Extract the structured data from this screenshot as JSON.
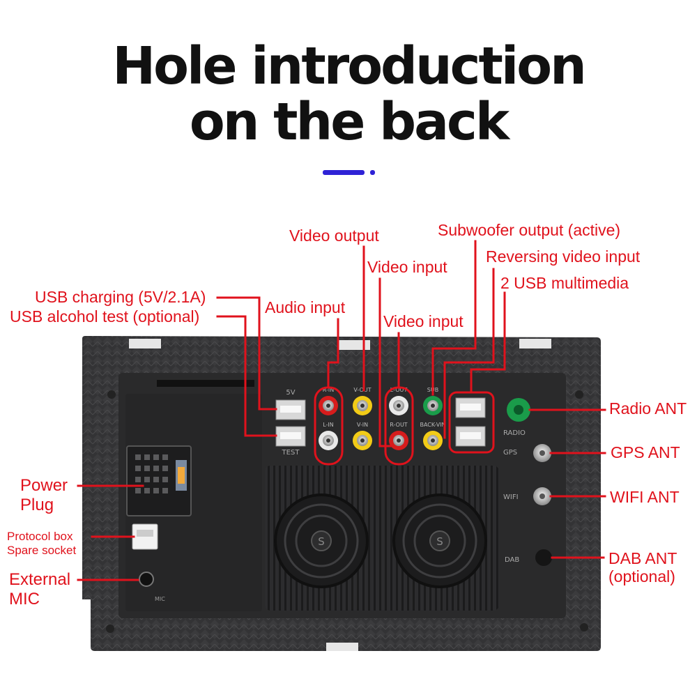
{
  "title": {
    "line1": "Hole introduction",
    "line2": "on the back"
  },
  "colors": {
    "label": "#e0121c",
    "accent": "#2e22d6",
    "panel": "#3a3a3c"
  },
  "labels": {
    "video_output": "Video output",
    "subwoofer_output": "Subwoofer output (active)",
    "video_input_1": "Video input",
    "reversing_video_input": "Reversing video input",
    "usb_multimedia": "2 USB multimedia",
    "usb_charging": "USB charging (5V/2.1A)",
    "audio_input": "Audio input",
    "usb_alcohol_test": "USB alcohol test (optional)",
    "video_input_2": "Video input",
    "radio_ant": "Radio ANT",
    "gps_ant": "GPS ANT",
    "power_plug": [
      "Power",
      "Plug"
    ],
    "wifi_ant": "WIFI ANT",
    "protocol_box": [
      "Protocol box",
      "Spare socket"
    ],
    "dab_ant": [
      "DAB ANT",
      "(optional)"
    ],
    "external_mic": [
      "External",
      "MIC"
    ]
  },
  "panel_print": {
    "usb_5v": "5V",
    "usb_test": "TEST",
    "r_in": "R-IN",
    "l_in": "L-IN",
    "v_out": "V-OUT",
    "v_in": "V-IN",
    "l_out": "L-OUT",
    "r_out": "R-OUT",
    "sub": "SUB",
    "back_vin": "BACK-VIN",
    "radio": "RADIO",
    "gps": "GPS",
    "wifi": "WIFI",
    "dab": "DAB",
    "mic": "MIC",
    "fan_logo": "S"
  }
}
